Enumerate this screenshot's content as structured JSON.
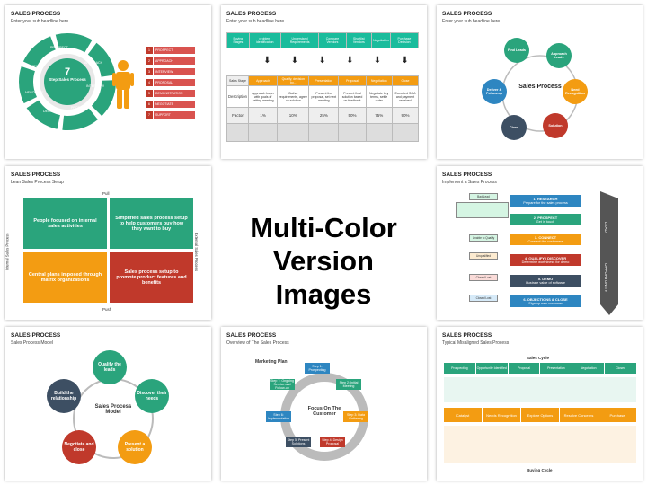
{
  "center_caption": {
    "line1": "Multi-Color",
    "line2": "Version Images"
  },
  "slide1": {
    "title": "SALES PROCESS",
    "subtitle": "Enter your sub headline here",
    "hub_number": "7",
    "hub_label": "Step Sales Process",
    "ring_labels": [
      "PROSPECT",
      "APPROACH",
      "INTERVIEW",
      "PROPOSAL",
      "DEMONSTRATION",
      "NEGOTIATE",
      "SUPPORT"
    ],
    "legend": [
      {
        "num": "1",
        "label": "PROSPECT"
      },
      {
        "num": "2",
        "label": "APPROACH"
      },
      {
        "num": "3",
        "label": "INTERVIEW"
      },
      {
        "num": "4",
        "label": "PROPOSAL"
      },
      {
        "num": "5",
        "label": "DEMONSTRATION"
      },
      {
        "num": "6",
        "label": "NEGOTIATE"
      },
      {
        "num": "7",
        "label": "SUPPORT"
      }
    ]
  },
  "slide2": {
    "title": "SALES PROCESS",
    "subtitle": "Enter your sub headline here",
    "buying_stages": [
      "Buying Stages",
      "problem identification",
      "Understand Requirements",
      "Compare Vendors",
      "Shortlist Vendors",
      "Negotiation",
      "Purchase Decision"
    ],
    "sales_stages": [
      "Sales Stage",
      "Approach",
      "Qualify, decision by...",
      "Presentation",
      "Proposal",
      "Negotiation",
      "Close"
    ],
    "descriptions": [
      "Description",
      "Approach buyer with goals of setting meeting",
      "Gather requirements, agree on solution",
      "Present the proposal, set next meeting",
      "Present final solution based on feedback",
      "Negotiate key terms, settle order",
      "Executed SOA and payment received"
    ],
    "factors": [
      "Factor",
      "1%",
      "10%",
      "25%",
      "50%",
      "75%",
      "90%"
    ]
  },
  "slide3": {
    "title": "SALES PROCESS",
    "subtitle": "Enter your sub headline here",
    "center": "Sales Process",
    "nodes": [
      "Find Leads",
      "Approach Leads",
      "Need Recognition",
      "Solution",
      "Close",
      "Deliver & Follow-up"
    ]
  },
  "slide4": {
    "title": "SALES PROCESS",
    "subtitle": "Lean Sales Process Setup",
    "pull": "Pull",
    "push": "Push",
    "left_axis": "Internal Sales Process",
    "right_axis": "External Sales Process",
    "boxes": [
      "People focused on internal sales activities",
      "Simplified sales process setup to help customers buy how they want to buy",
      "Central plans imposed through matrix organizations",
      "Sales process setup to promote product features and benefits"
    ]
  },
  "slide5": {
    "title": "SALES PROCESS",
    "subtitle": "Implement a Sales Process",
    "steps": [
      {
        "head": "1. RESEARCH",
        "sub": "Prepare for the sales process"
      },
      {
        "head": "2. PROSPECT",
        "sub": "Get in touch"
      },
      {
        "head": "3. CONNECT",
        "sub": "Connect the customers"
      },
      {
        "head": "4. QUALIFY / DISCOVER",
        "sub": "Determine worthiness for demo"
      },
      {
        "head": "5. DEMO",
        "sub": "Illustrate value of software"
      },
      {
        "head": "6. OBJECTIONS & CLOSE",
        "sub": "Sign up new customer"
      }
    ],
    "left_boxes": [
      "Bad Lead",
      "Unable to Qualify",
      "Unqualified",
      "Closed Lost",
      "Closed Lost"
    ],
    "arrow_labels": [
      "LEAD",
      "OPPORTUNITY"
    ]
  },
  "slide6": {
    "title": "SALES PROCESS",
    "subtitle": "Sales Process Model",
    "center": "Sales Process Model",
    "nodes": [
      "Qualify the leads",
      "Discover their needs",
      "Present a solution",
      "Negotiate and close",
      "Build the relationship"
    ]
  },
  "slide7": {
    "title": "SALES PROCESS",
    "subtitle": "Overview of The Sales Process",
    "marketing_plan": "Marketing Plan",
    "center": "Focus On The Customer",
    "steps": [
      "Step 1: Prospecting",
      "Step 2: Initial Meeting",
      "Step 3: Data Gathering",
      "Step 4: Design Proposal",
      "Step 5: Present Solutions",
      "Step 6: Implementation",
      "Step 7: Ongoing Service and Follow-up"
    ]
  },
  "slide8": {
    "title": "SALES PROCESS",
    "subtitle": "Typical Misaligned Sales Process",
    "sales_cycle": "Sales Cycle",
    "buying_cycle": "Buying Cycle",
    "sales_steps": [
      "Prospecting",
      "Opportunity Identified",
      "Proposal",
      "Presentation",
      "Negotiation",
      "Closed"
    ],
    "buying_steps": [
      "Catalyst",
      "Needs Recognition",
      "Explore Options",
      "Resolve Concerns",
      "Purchase"
    ]
  }
}
